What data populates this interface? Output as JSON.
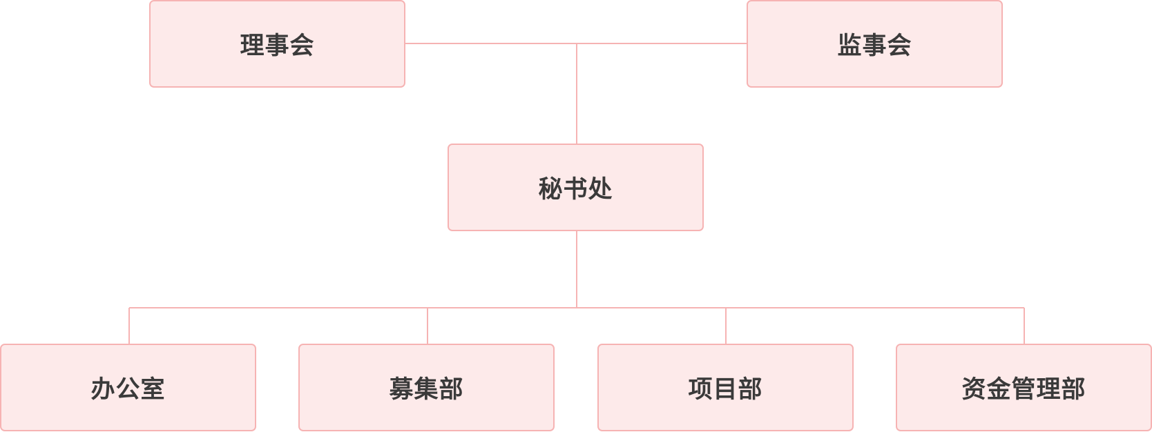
{
  "theme": {
    "node_fill": "#fdeaea",
    "node_border": "#f6b3b3",
    "connector": "#f6b3b3",
    "text": "#3a3a3a"
  },
  "org_chart": {
    "top": {
      "board": "理事会",
      "supervisors": "监事会"
    },
    "middle": {
      "secretariat": "秘书处"
    },
    "departments": {
      "office": "办公室",
      "fundraising": "募集部",
      "projects": "项目部",
      "finance": "资金管理部"
    }
  }
}
